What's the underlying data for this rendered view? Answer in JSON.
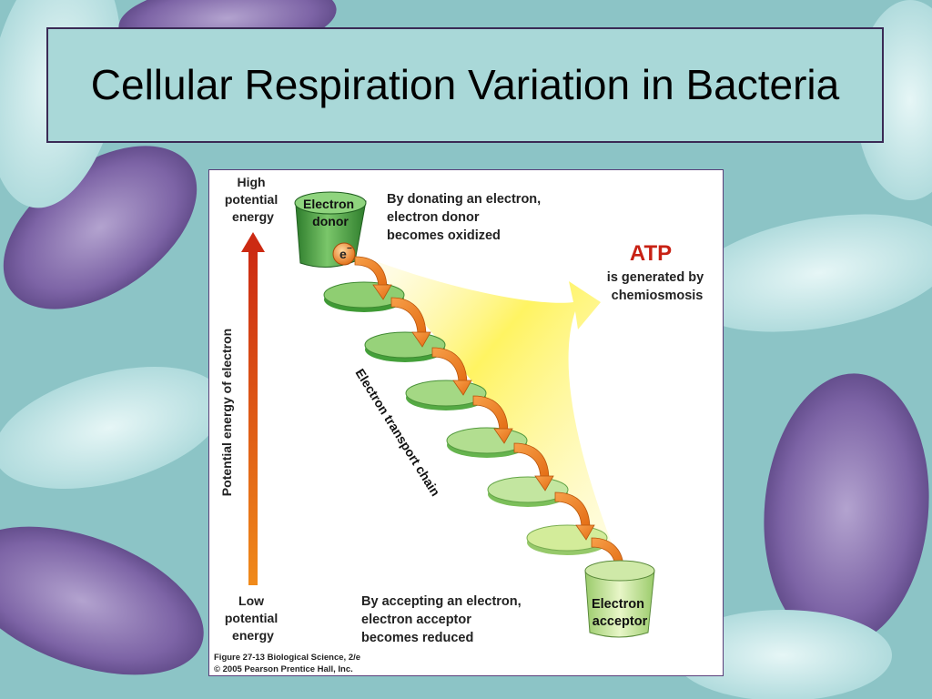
{
  "slide": {
    "title": "Cellular Respiration Variation in Bacteria"
  },
  "diagram": {
    "high_label": [
      "High",
      "potential",
      "energy"
    ],
    "low_label": [
      "Low",
      "potential",
      "energy"
    ],
    "axis_label": "Potential energy of electron",
    "donor_label": [
      "Electron",
      "donor"
    ],
    "electron_symbol": "e",
    "electron_charge": "−",
    "donor_note": [
      "By donating an electron,",
      "electron donor",
      "becomes oxidized"
    ],
    "atp_label": "ATP",
    "atp_note": [
      "is generated by",
      "chemiosmosis"
    ],
    "chain_label": "Electron transport chain",
    "acceptor_label": [
      "Electron",
      "acceptor"
    ],
    "acceptor_note": [
      "By accepting an electron,",
      "electron acceptor",
      "becomes reduced"
    ],
    "credit": [
      "Figure 27-13  Biological Science, 2/e",
      "© 2005 Pearson Prentice Hall, Inc."
    ]
  },
  "colors": {
    "arrow_top": "#cc2a12",
    "arrow_bottom": "#f08a1a",
    "atp_text": "#c82114",
    "disc_dark": "#3f9a35",
    "disc_light": "#d3ec9a",
    "electron": "#f07f1e"
  }
}
